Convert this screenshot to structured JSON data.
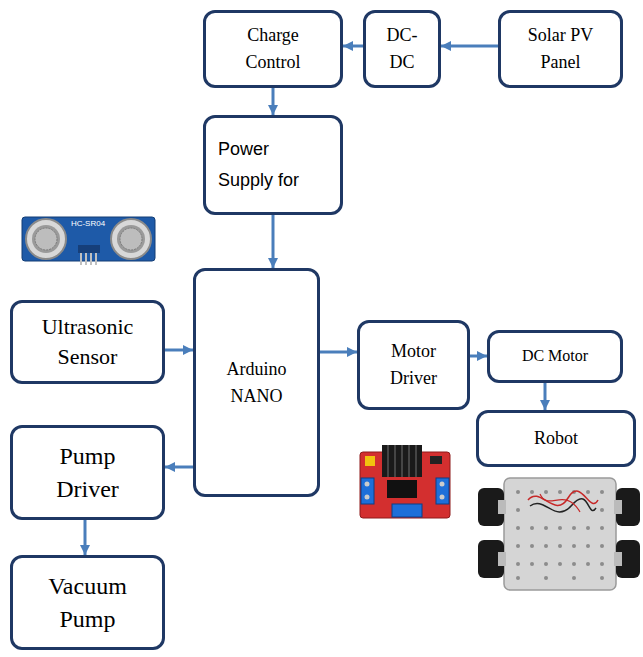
{
  "diagram": {
    "nodes": [
      {
        "text": [
          "Charge Control"
        ]
      },
      {
        "text": [
          "DC- DC"
        ]
      },
      {
        "text": [
          "Solar PV Panel"
        ]
      },
      {
        "text": [
          "Power Supply for"
        ]
      },
      {
        "text": [
          "Ultrasonic Sensor"
        ]
      },
      {
        "text": [
          "Arduino NANO"
        ]
      },
      {
        "text": [
          "Motor Driver"
        ]
      },
      {
        "text": [
          "DC Motor"
        ]
      },
      {
        "text": [
          "Robot"
        ]
      },
      {
        "text": [
          "Pump Driver"
        ]
      },
      {
        "text": [
          "Vacuum Pump"
        ]
      }
    ],
    "edges": [
      {
        "from": 2,
        "to": 1,
        "arrow": "to"
      },
      {
        "from": 1,
        "to": 0,
        "arrow": "to"
      },
      {
        "from": 0,
        "to": 3,
        "arrow": "to"
      },
      {
        "from": 3,
        "to": 5,
        "arrow": "to"
      },
      {
        "from": 4,
        "to": 5,
        "arrow": "to"
      },
      {
        "from": 5,
        "to": 6,
        "arrow": "to"
      },
      {
        "from": 6,
        "to": 7,
        "arrow": "to"
      },
      {
        "from": 7,
        "to": 8,
        "arrow": "to"
      },
      {
        "from": 5,
        "to": 9,
        "arrow": "to"
      },
      {
        "from": 9,
        "to": 10,
        "arrow": "to"
      }
    ],
    "labels": [
      "HC-SR04"
    ]
  }
}
